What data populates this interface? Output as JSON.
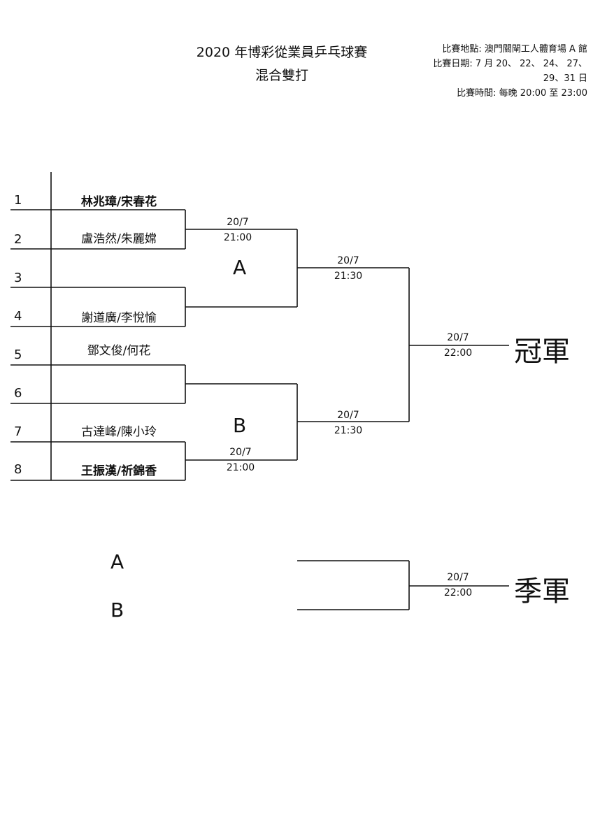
{
  "header": {
    "title_line1": "2020 年博彩從業員乒乓球賽",
    "title_line2": "混合雙打",
    "venue": "比賽地點: 澳門關閘工人體育場 A 館",
    "dates_line1": "比賽日期: 7 月 20、 22、 24、 27、",
    "dates_line2": "29、31 日",
    "time": "比賽時間: 每晚 20:00 至 23:00"
  },
  "bracket": {
    "entries": [
      {
        "seed": "1",
        "players": "林兆璋/宋春花",
        "bold": true
      },
      {
        "seed": "2",
        "players": "盧浩然/朱麗嫦",
        "bold": false
      },
      {
        "seed": "3",
        "players": "",
        "bold": false
      },
      {
        "seed": "4",
        "players": "謝道廣/李悅愉",
        "bold": false
      },
      {
        "seed": "5",
        "players": "鄧文俊/何花",
        "bold": false
      },
      {
        "seed": "6",
        "players": "",
        "bold": false
      },
      {
        "seed": "7",
        "players": "古達峰/陳小玲",
        "bold": false
      },
      {
        "seed": "8",
        "players": "王振漢/祈錦香",
        "bold": true
      }
    ],
    "groups": {
      "a": "A",
      "b": "B"
    },
    "matches": {
      "r1_top": {
        "date": "20/7",
        "time": "21:00"
      },
      "r1_bottom": {
        "date": "20/7",
        "time": "21:00"
      },
      "semi_top": {
        "date": "20/7",
        "time": "21:30"
      },
      "semi_bottom": {
        "date": "20/7",
        "time": "21:30"
      },
      "final": {
        "date": "20/7",
        "time": "22:00"
      }
    },
    "champion_label": "冠軍"
  },
  "third_place": {
    "side_a": "A",
    "side_b": "B",
    "match": {
      "date": "20/7",
      "time": "22:00"
    },
    "label": "季軍"
  }
}
